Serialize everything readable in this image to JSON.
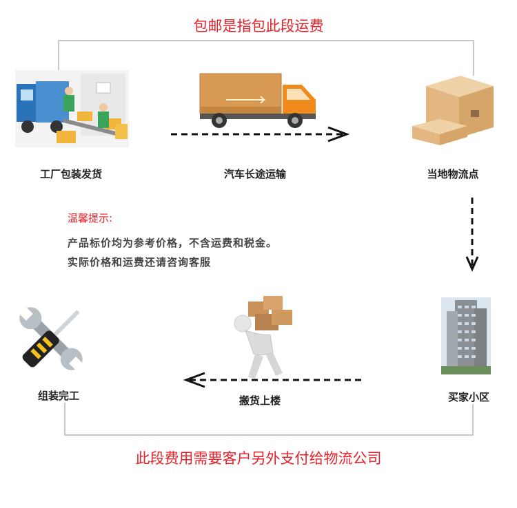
{
  "header": {
    "text": "包邮是指包此段运费"
  },
  "footer": {
    "text": "此段费用需要客户另外支付给物流公司"
  },
  "steps": {
    "factory": "工厂包装发货",
    "truck": "汽车长途运输",
    "local": "当地物流点",
    "community": "买家小区",
    "carry": "搬货上楼",
    "install": "组装完工"
  },
  "tip": {
    "title": "温馨提示:",
    "line1": "产品标价均为参考价格，不含运费和税金。",
    "line2": "实际价格和运费还请咨询客服"
  },
  "colors": {
    "accent": "#e8202a",
    "frame": "#c8c8c8",
    "arrow": "#111111"
  },
  "icons": [
    "factory-loading-illustration",
    "delivery-truck-icon",
    "cardboard-boxes-icon",
    "apartment-building-icon",
    "person-carrying-boxes-icon",
    "wrench-screwdriver-icon"
  ]
}
